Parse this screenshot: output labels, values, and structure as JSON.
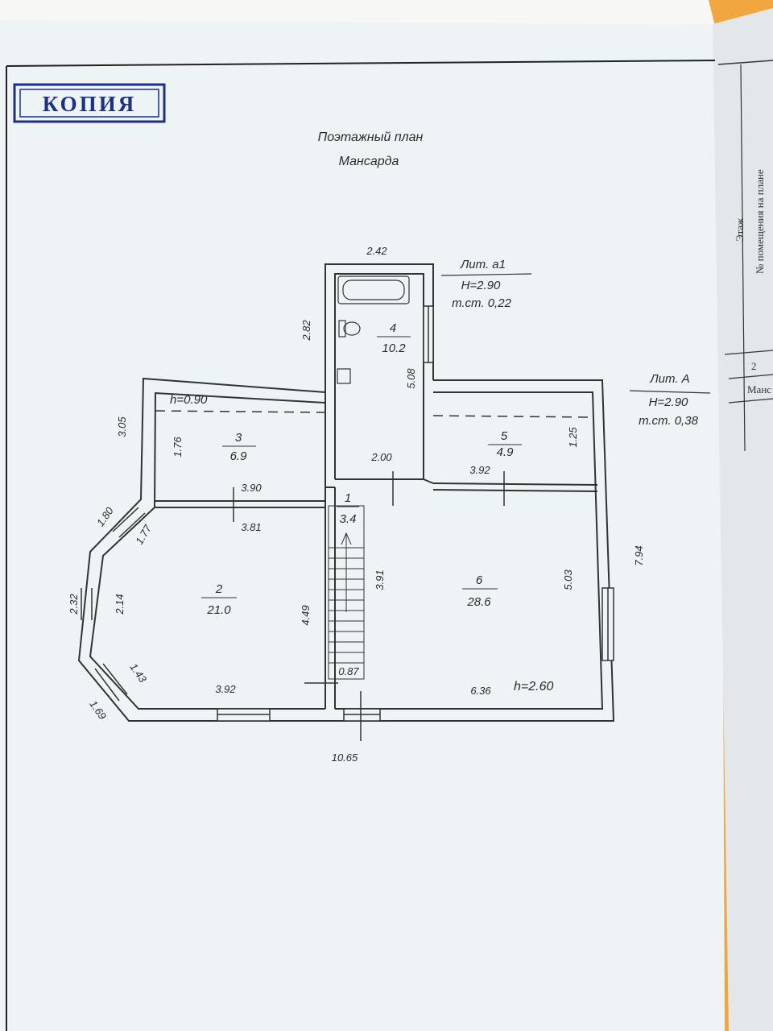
{
  "stamp": {
    "label": "КОПИЯ",
    "color": "#1c2f8a"
  },
  "header": {
    "title": "Поэтажный план",
    "subtitle": "Мансарда"
  },
  "literas": [
    {
      "name": "Лит. а1",
      "height": "H=2.90",
      "wall": "т.ст. 0,22"
    },
    {
      "name": "Лит. А",
      "height": "H=2.90",
      "wall": "т.ст. 0,38"
    }
  ],
  "rooms": [
    {
      "number": "1",
      "area": "3.4"
    },
    {
      "number": "2",
      "area": "21.0"
    },
    {
      "number": "3",
      "area": "6.9"
    },
    {
      "number": "4",
      "area": "10.2"
    },
    {
      "number": "5",
      "area": "4.9"
    },
    {
      "number": "6",
      "area": "28.6"
    }
  ],
  "heights": {
    "attic_low": "h=0.90",
    "room6": "h=2.60"
  },
  "dimensions": {
    "top_wc_width": "2.42",
    "wc_height_left": "2.82",
    "wc_inner_height": "5.08",
    "corridor_width": "2.00",
    "room3_left_height": "3.05",
    "room3_inner_height": "1.76",
    "room3_width": "3.90",
    "room5_width": "3.92",
    "room5_height": "1.25",
    "bay_top": "1.80",
    "bay_inner_top": "1.77",
    "room2_top_width": "3.81",
    "bay_side_outer": "2.32",
    "bay_side_inner": "2.14",
    "room2_height": "4.49",
    "stair_height": "3.91",
    "bay_inner_bottom": "1.43",
    "bay_bottom": "1.69",
    "room2_bottom_width": "3.92",
    "stair_width": "0.87",
    "room6_width": "6.36",
    "room6_height": "5.03",
    "right_total_height": "7.94",
    "total_width": "10.65"
  },
  "side_table": {
    "col_floor": "Этаж",
    "col_room_no": "№ помещения на плане",
    "floor_no": "2",
    "floor_name": "Манс"
  }
}
